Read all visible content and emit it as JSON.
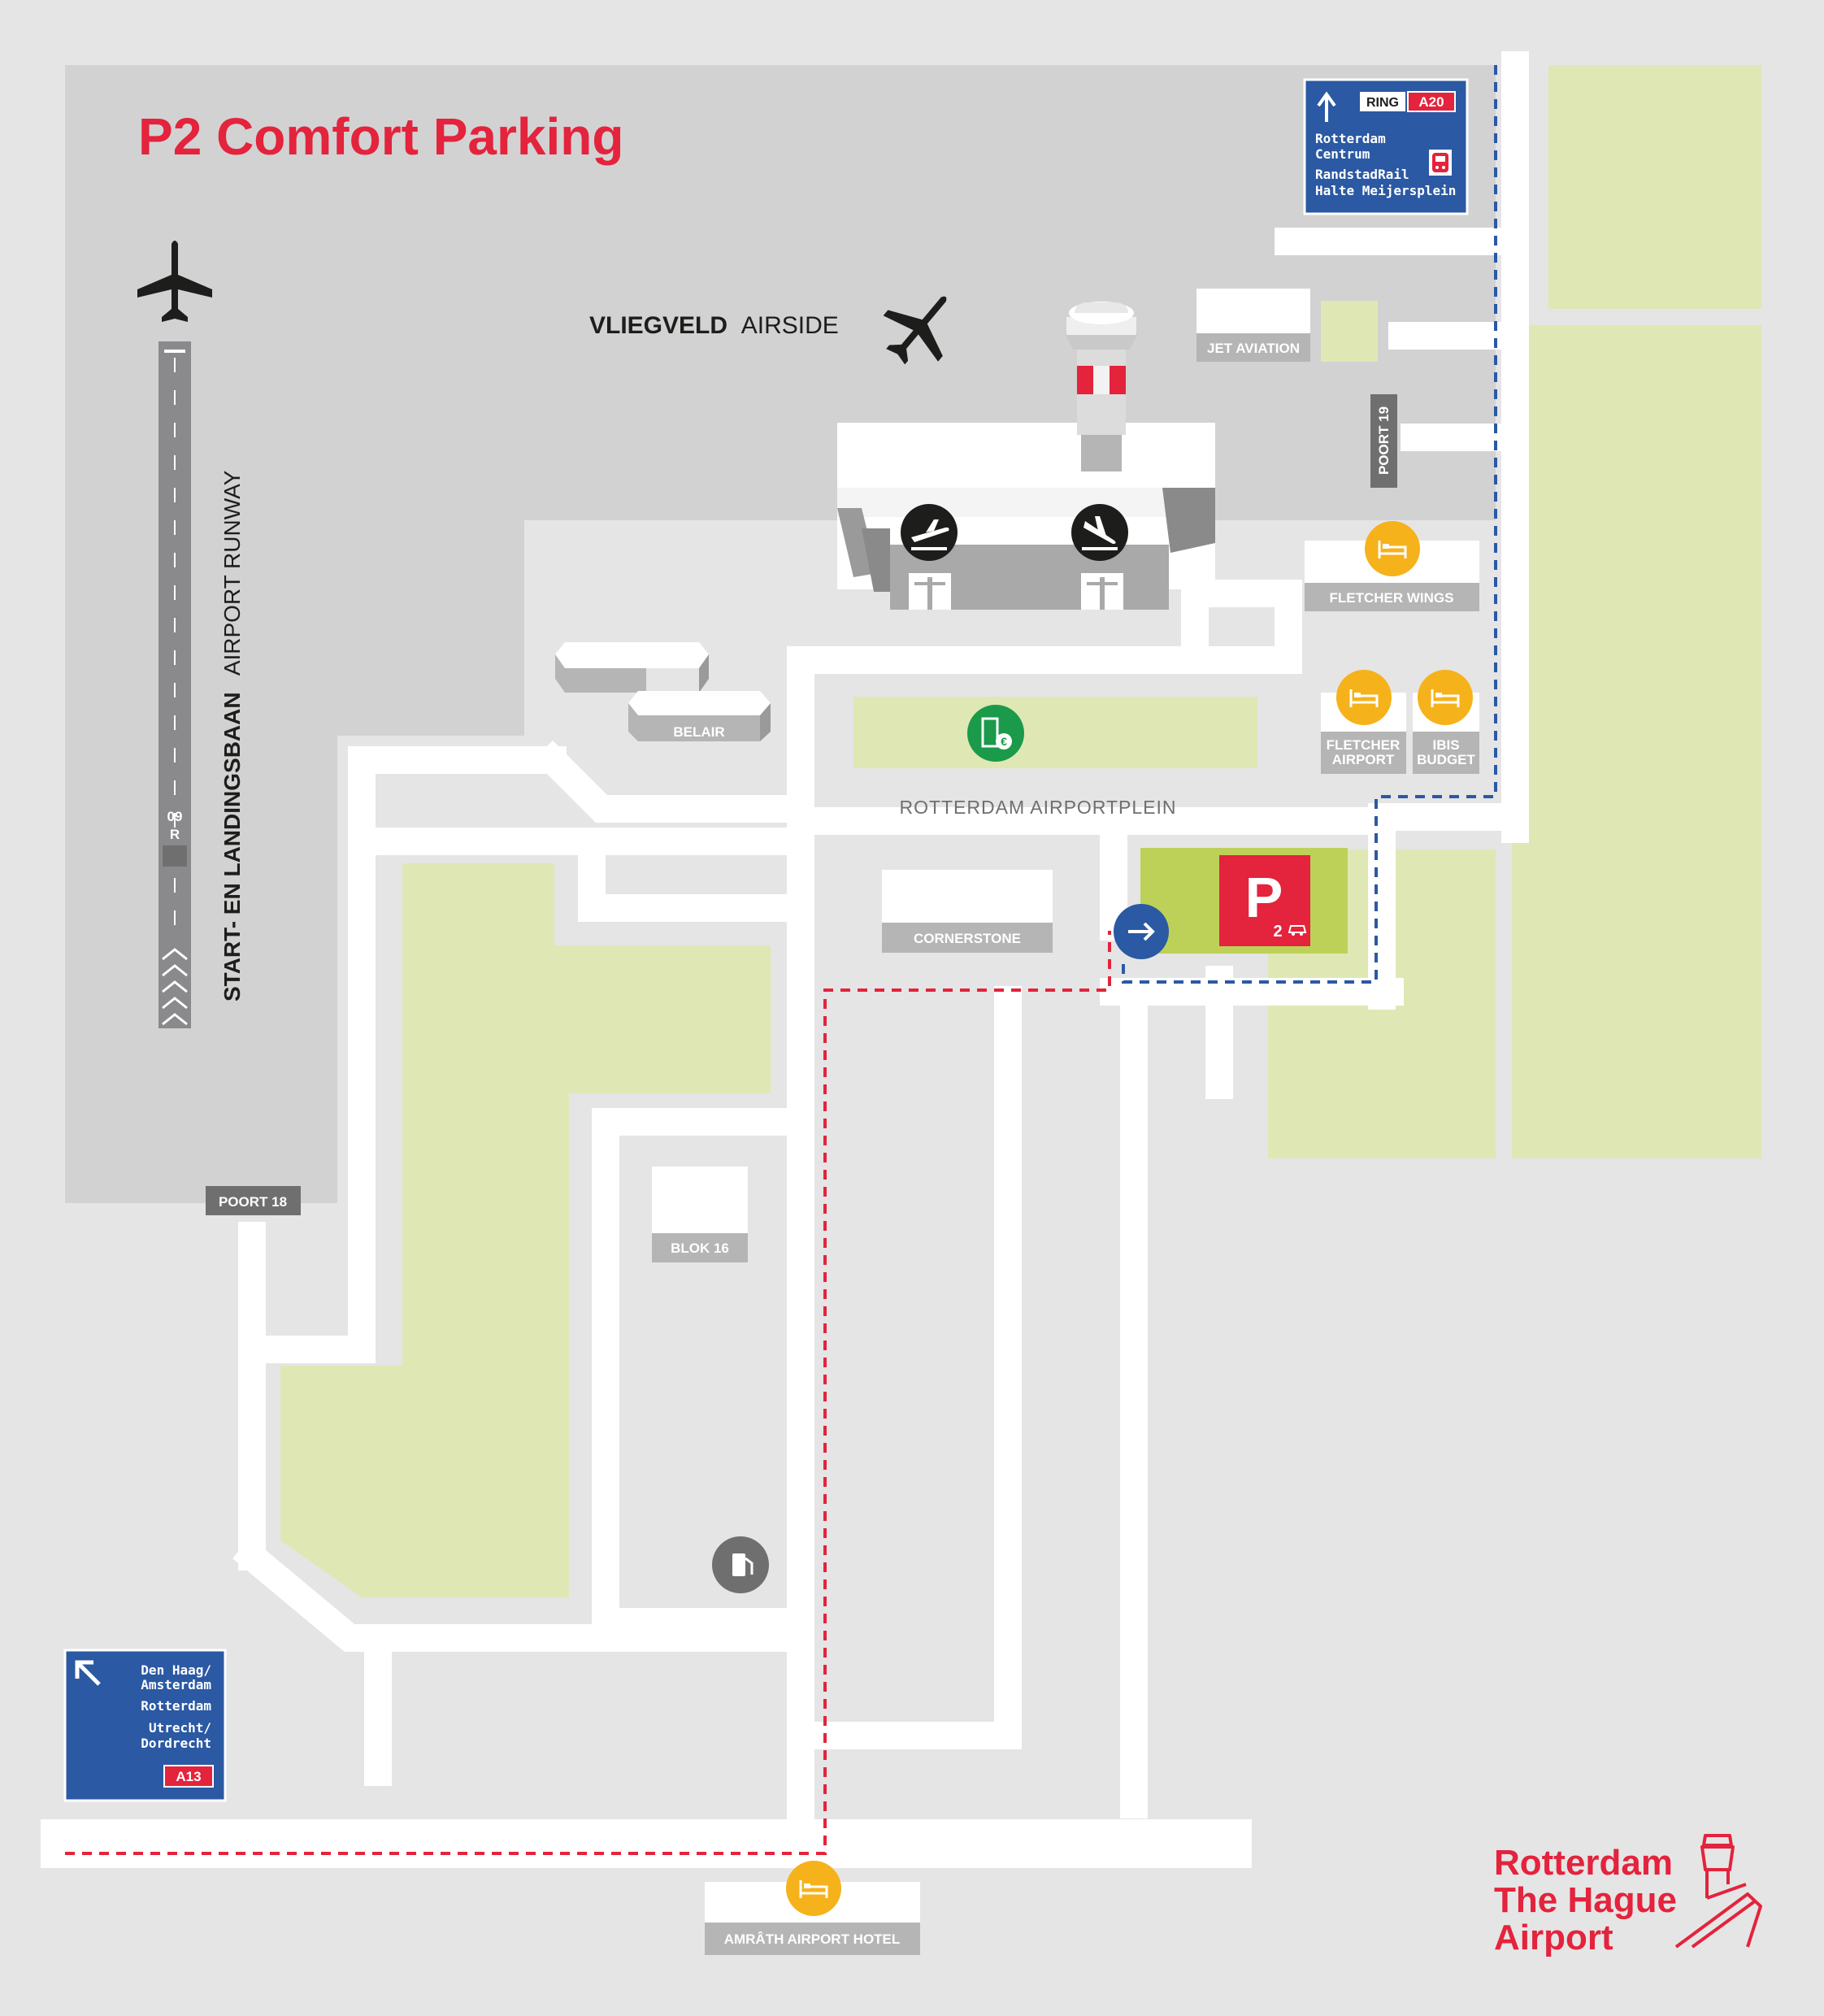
{
  "title": "P2 Comfort Parking",
  "colors": {
    "background": "#e5e5e5",
    "airside": "#d2d2d3",
    "road": "#ffffff",
    "green": "#dfe8b4",
    "parking_green": "#bdd159",
    "brand_red": "#e4233c",
    "sign_blue": "#2b59a3",
    "hotel_yellow": "#f6b21b",
    "route_blue": "#2b59a3",
    "route_red": "#e4233c"
  },
  "airside": {
    "name_bold": "VLIEGVELD",
    "name_light": "AIRSIDE",
    "icon": "airplane-icon"
  },
  "runway": {
    "name_bold": "START- EN LANDINGSBAAN",
    "name_light": "AIRPORT RUNWAY",
    "marking_number": "09",
    "marking_letter": "R"
  },
  "gates": {
    "poort_18": "POORT 18",
    "poort_19": "POORT 19"
  },
  "buildings": {
    "jet_aviation": "JET AVIATION",
    "fletcher_wings": "FLETCHER WINGS",
    "fletcher_airport_1": "FLETCHER",
    "fletcher_airport_2": "AIRPORT",
    "ibis_1": "IBIS",
    "ibis_2": "BUDGET",
    "belair": "BELAIR",
    "cornerstone": "CORNERSTONE",
    "blok_16": "BLOK 16",
    "amrath": "AMRÂTH AIRPORT HOTEL"
  },
  "square": "ROTTERDAM AIRPORTPLEIN",
  "parking": {
    "letter": "P",
    "number": "2",
    "icon": "parking-icon"
  },
  "sign_north": {
    "ring": "RING",
    "road": "A20",
    "line1": "Rotterdam",
    "line2": "Centrum",
    "line3": "RandstadRail",
    "line4": "Halte Meijersplein",
    "icon": "train-icon"
  },
  "sign_southwest": {
    "line1": "Den Haag/",
    "line2": "Amsterdam",
    "line3": "Rotterdam",
    "line4": "Utrecht/",
    "line5": "Dordrecht",
    "road": "A13"
  },
  "logo": {
    "line1": "Rotterdam",
    "line2": "The Hague",
    "line3": "Airport"
  }
}
